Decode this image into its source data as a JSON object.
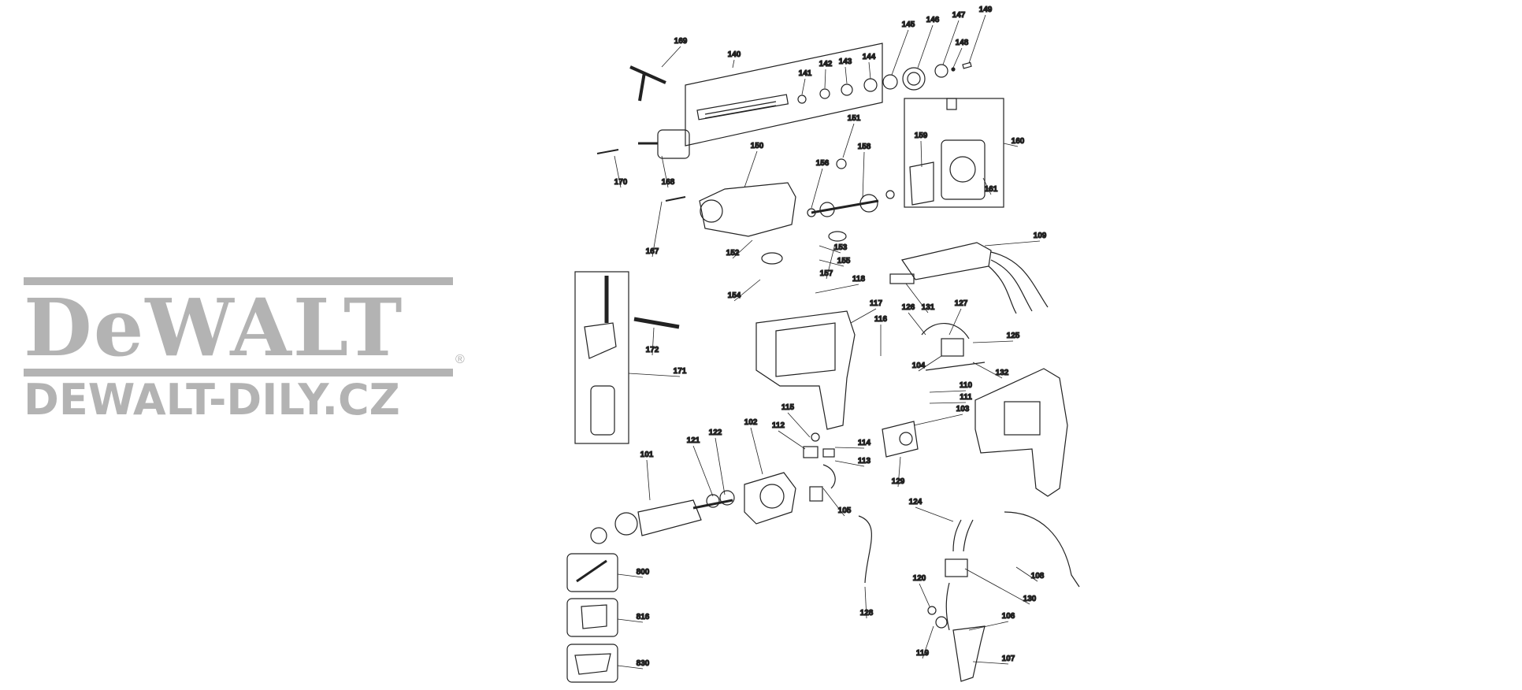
{
  "logo": {
    "brand": "DeWALT",
    "registered": "®",
    "site": "DEWALT-DILY.CZ",
    "color": "#b3b3b3"
  },
  "diagram": {
    "line_color": "#222222",
    "parts": [
      "101",
      "102",
      "103",
      "104",
      "105",
      "106",
      "107",
      "108",
      "109",
      "110",
      "111",
      "112",
      "113",
      "114",
      "115",
      "116",
      "117",
      "118",
      "119",
      "120",
      "121",
      "122",
      "124",
      "125",
      "126",
      "127",
      "128",
      "129",
      "130",
      "131",
      "132",
      "140",
      "141",
      "142",
      "143",
      "144",
      "145",
      "146",
      "147",
      "148",
      "149",
      "150",
      "151",
      "152",
      "153",
      "154",
      "155",
      "156",
      "157",
      "158",
      "159",
      "160",
      "161",
      "167",
      "168",
      "169",
      "170",
      "171",
      "172",
      "800",
      "816",
      "830"
    ]
  }
}
